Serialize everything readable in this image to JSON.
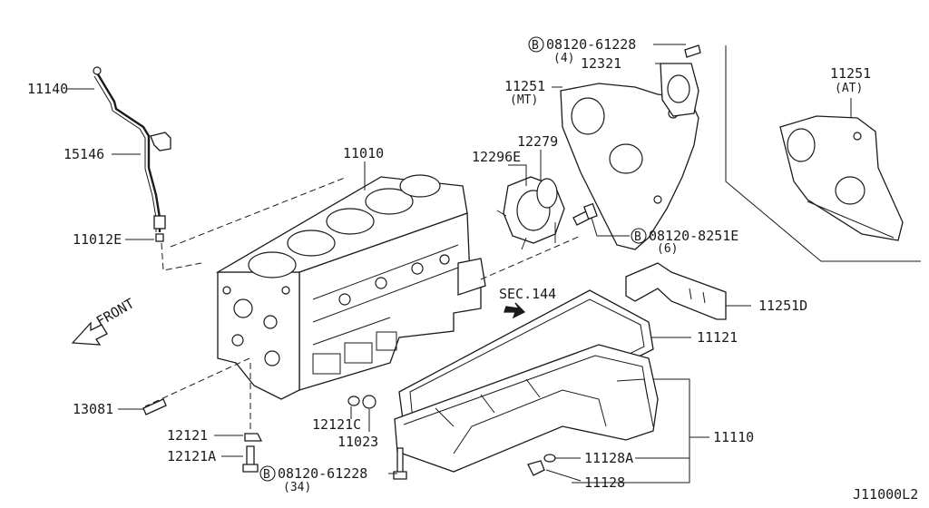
{
  "callouts": {
    "bolt_b_top": {
      "symbol": "B",
      "code": "08120-61228",
      "qty": "(4)"
    },
    "p12321": "12321",
    "p11251_mt": {
      "number": "11251",
      "variant": "(MT)"
    },
    "p11251_at": {
      "number": "11251",
      "variant": "(AT)"
    },
    "p11140": "11140",
    "p15146": "15146",
    "p11010": "11010",
    "p12279": "12279",
    "p12296e": "12296E",
    "p11012e": "11012E",
    "bolt_b_mid": {
      "symbol": "B",
      "code": "08120-8251E",
      "qty": "(6)"
    },
    "front": "FRONT",
    "sec144": "SEC.144",
    "p11251d": "11251D",
    "p11121": "11121",
    "p13081": "13081",
    "p12121c": "12121C",
    "p11023": "11023",
    "p12121": "12121",
    "p12121a": "12121A",
    "p11110": "11110",
    "p11128a": "11128A",
    "p11128": "11128",
    "bolt_b_bottom": {
      "symbol": "B",
      "code": "08120-61228",
      "qty": "(34)"
    }
  },
  "diagram_code": "J11000L2"
}
